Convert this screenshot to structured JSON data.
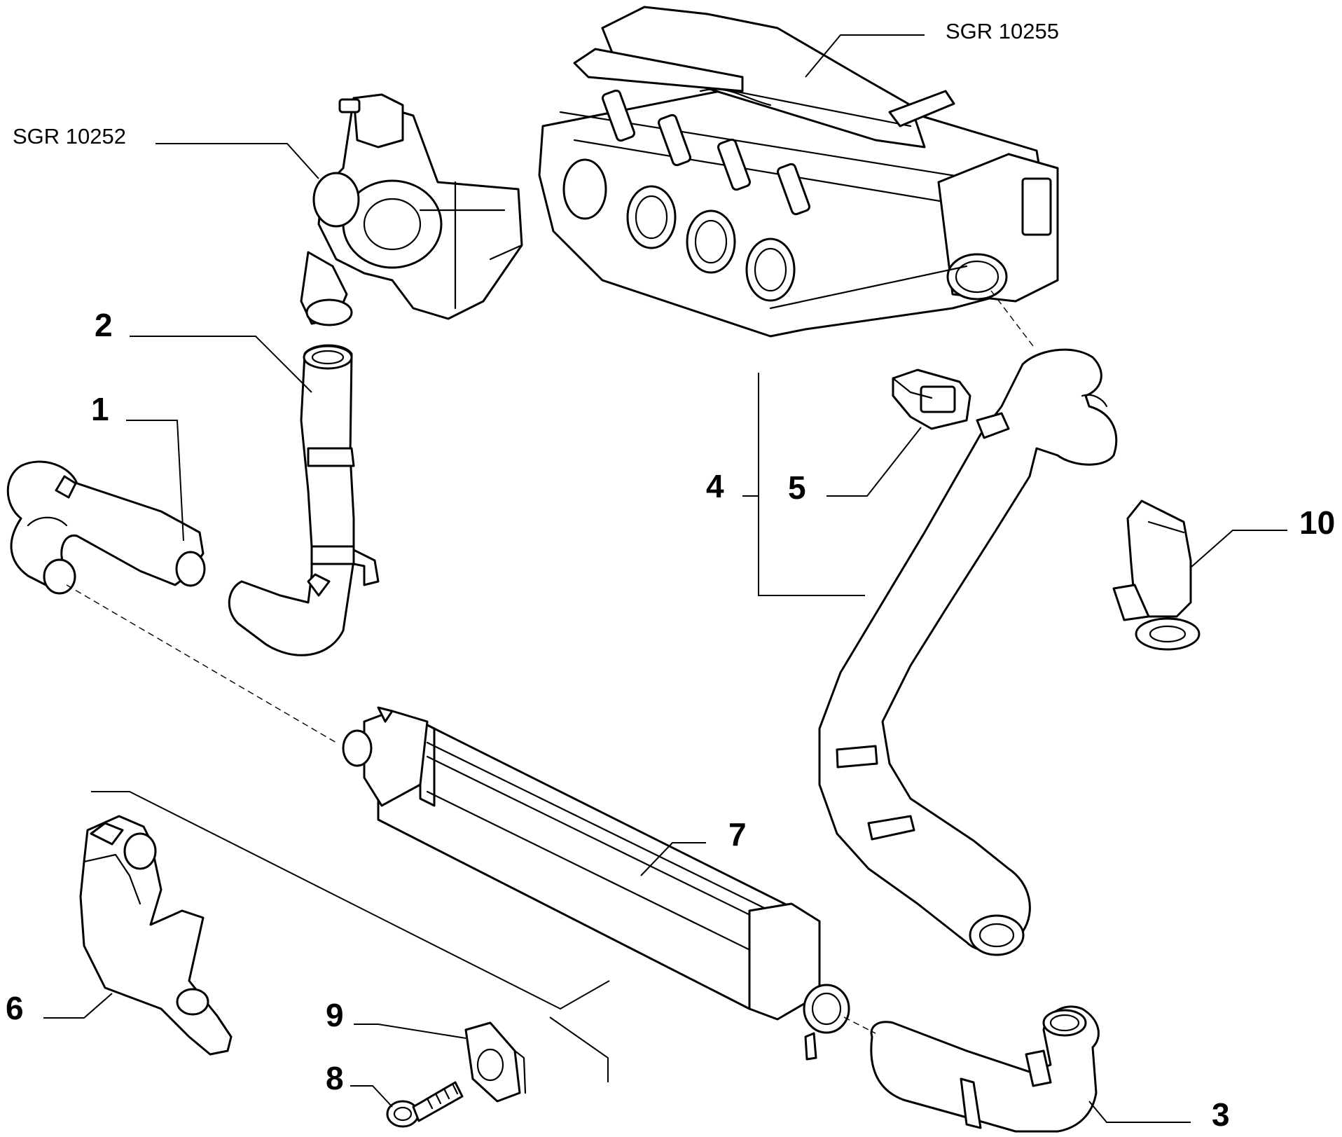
{
  "references": {
    "turbo": "SGR 10252",
    "intake": "SGR 10255"
  },
  "callouts": {
    "c1": "1",
    "c2": "2",
    "c3": "3",
    "c4": "4",
    "c5": "5",
    "c6": "6",
    "c7": "7",
    "c8": "8",
    "c9": "9",
    "c10": "10"
  },
  "colors": {
    "line": "#000000",
    "background": "#ffffff"
  }
}
